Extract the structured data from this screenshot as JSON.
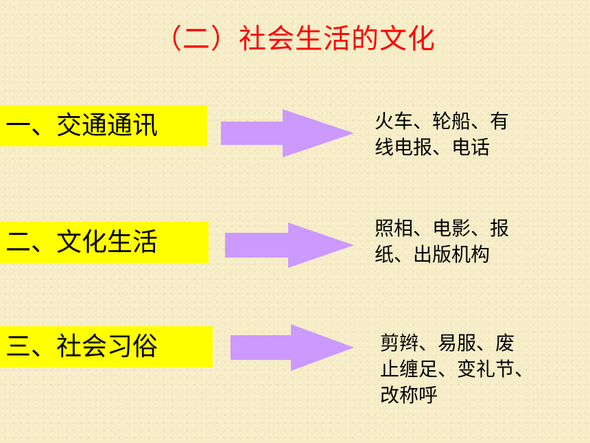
{
  "title": "（二）社会生活的文化",
  "arrow_color": "#cc99ff",
  "label_color": "#ffff00",
  "title_color": "#ff0000",
  "rows": [
    {
      "label": "一、交通通讯",
      "desc_lines": [
        "火车、轮船、有",
        "线电报、电话"
      ]
    },
    {
      "label": "二、文化生活",
      "desc_lines": [
        "照相、电影、报",
        "纸、出版机构"
      ]
    },
    {
      "label": "三、社会习俗",
      "desc_lines": [
        "剪辫、易服、废",
        "止缠足、变礼节、",
        "改称呼"
      ]
    }
  ]
}
